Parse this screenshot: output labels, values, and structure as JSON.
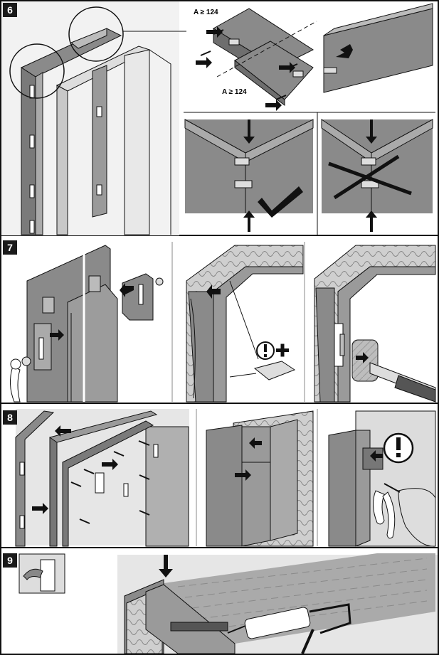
{
  "steps": [
    {
      "number": "6"
    },
    {
      "number": "7"
    },
    {
      "number": "8"
    },
    {
      "number": "9"
    }
  ],
  "step6": {
    "dim_label_top": "A ≥ 124",
    "dim_label_bottom": "A ≥ 124"
  },
  "icons": {
    "correct": "checkmark-icon",
    "wrong": "cross-icon",
    "caution": "exclamation-icon",
    "plus": "plus-icon"
  },
  "colors": {
    "panel_gray": "#8a8a8a",
    "panel_dark": "#6e6e6e",
    "panel_light": "#bdbdbd",
    "background_light": "#e6e6e6",
    "line": "#111111"
  }
}
